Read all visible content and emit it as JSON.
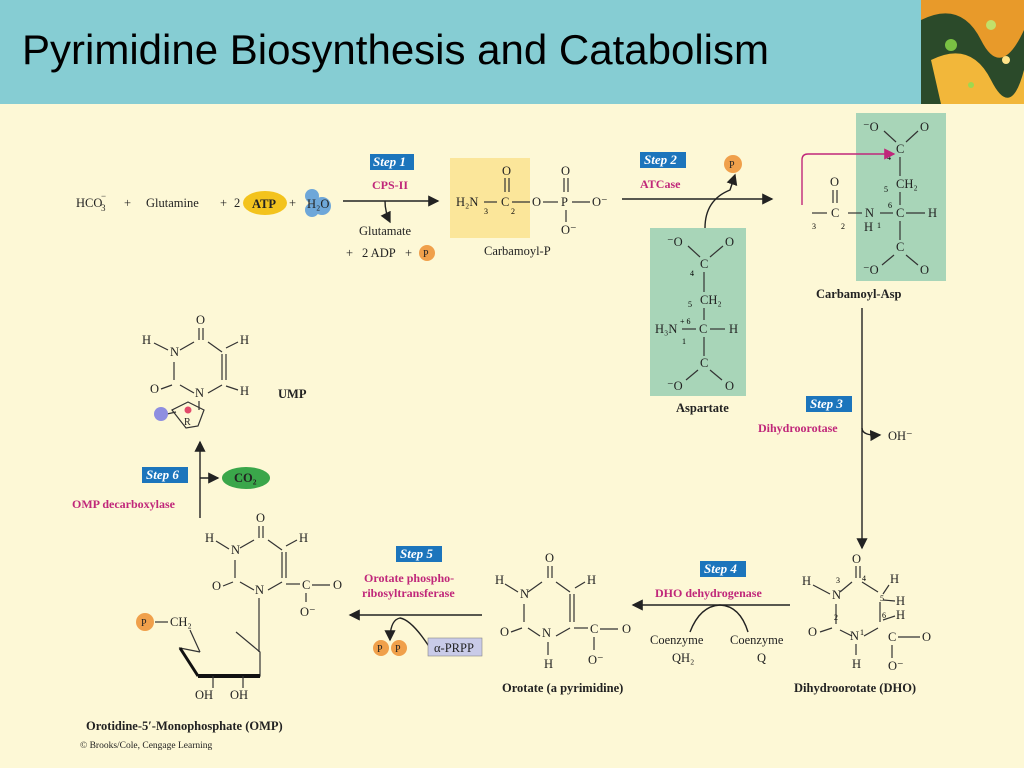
{
  "title": "Pyrimidine Biosynthesis and Catabolism",
  "copyright": "© Brooks/Cole, Cengage Learning",
  "steps": [
    {
      "label": "Step 1",
      "enzyme": "CPS-II"
    },
    {
      "label": "Step 2",
      "enzyme": "ATCase"
    },
    {
      "label": "Step 3",
      "enzyme": "Dihydroorotase"
    },
    {
      "label": "Step 4",
      "enzyme": "DHO dehydrogenase"
    },
    {
      "label": "Step 5",
      "enzyme_line1": "Orotate phospho-",
      "enzyme_line2": "ribosyltransferase"
    },
    {
      "label": "Step 6",
      "enzyme": "OMP decarboxylase"
    }
  ],
  "reactants": {
    "hco3": "HCO",
    "plus": "+",
    "glutamine": "Glutamine",
    "two": "2",
    "atp": "ATP",
    "h2o": "H₂O",
    "glutamate": "Glutamate",
    "adp": "2 ADP",
    "p": "P",
    "oh": "OH⁻",
    "coq": "Coenzyme",
    "q": "Q",
    "qh2": "QH₂",
    "prpp": "α-PRPP",
    "co2": "CO₂"
  },
  "molecules": {
    "carbamoyl_p": "Carbamoyl-P",
    "aspartate": "Aspartate",
    "carbamoyl_asp": "Carbamoyl-Asp",
    "dho": "Dihydroorotate (DHO)",
    "orotate": "Orotate (a pyrimidine)",
    "omp": "Orotidine-5′-Monophosphate (OMP)",
    "ump": "UMP"
  },
  "colors": {
    "header": "#86cdd3",
    "background": "#fdf8d6",
    "step_box": "#1c75bc",
    "enzyme_text": "#c0277a",
    "highlight_green": "#a8d5b8",
    "highlight_yellow": "#fbe69a",
    "atp_yellow": "#f3c31d",
    "h2o_blue": "#6ea7d9",
    "phosphate_orange": "#f0a04b",
    "co2_green": "#3aa64a"
  }
}
